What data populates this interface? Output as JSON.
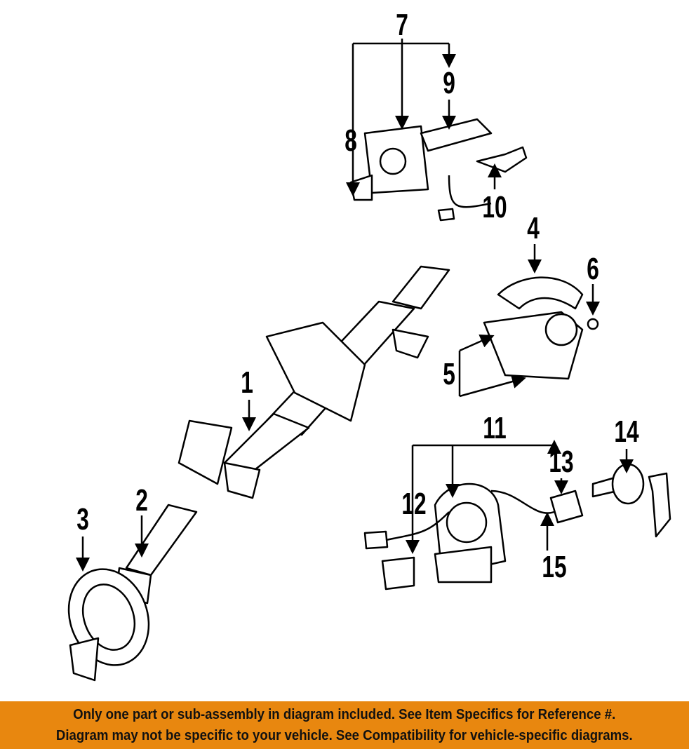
{
  "diagram": {
    "callouts": [
      "1",
      "2",
      "3",
      "4",
      "5",
      "6",
      "7",
      "8",
      "9",
      "10",
      "11",
      "12",
      "13",
      "14",
      "15"
    ]
  },
  "banner": {
    "line1": "Only one part or sub-assembly in diagram included. See Item Specifics for Reference #.",
    "line2": "Diagram may not be specific to your vehicle. See Compatibility for vehicle-specific diagrams.",
    "color": "#E8870F"
  }
}
